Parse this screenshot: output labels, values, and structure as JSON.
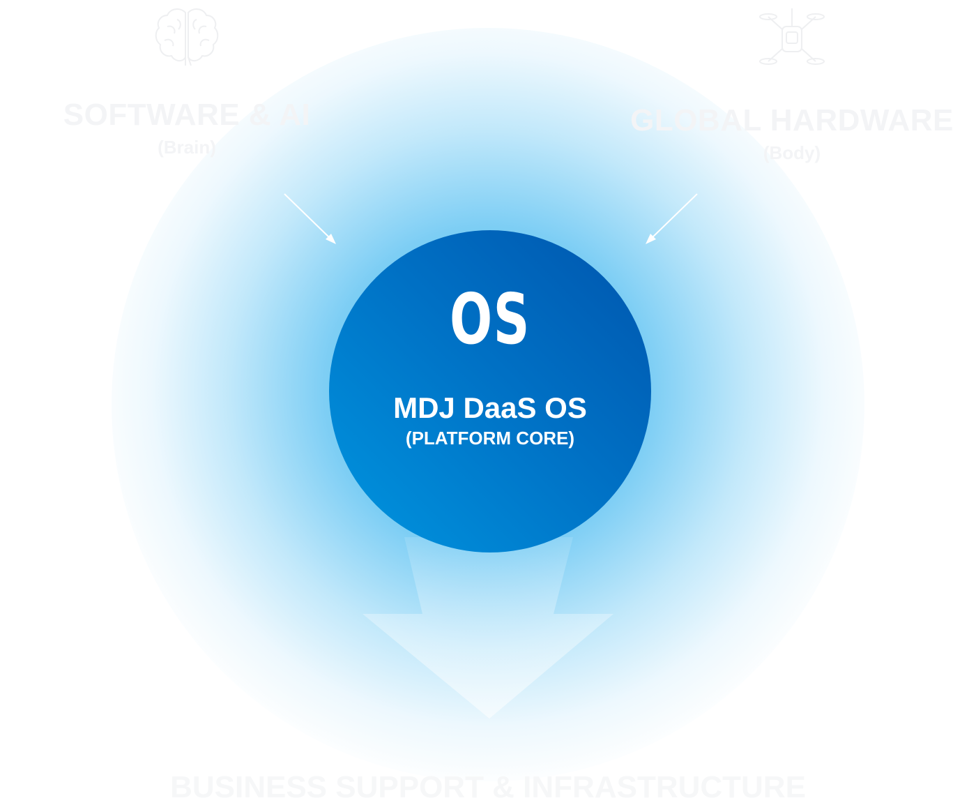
{
  "software": {
    "icon": "brain-icon",
    "title": "SOFTWARE & AI",
    "subtitle": "(Brain)"
  },
  "hardware": {
    "icon": "drone-icon",
    "title": "GLOBAL HARDWARE",
    "subtitle": "(Body)"
  },
  "core": {
    "logo": "OS",
    "title": "MDJ DaaS OS",
    "subtitle": "(PLATFORM CORE)"
  },
  "bottom": {
    "title": "BUSINESS SUPPORT & INFRASTRUCTURE"
  },
  "colors": {
    "core_dark": "#0055ad",
    "core_light": "#0096e0",
    "glow": "#28aaeb",
    "faded_text": "#f3f4f6"
  }
}
